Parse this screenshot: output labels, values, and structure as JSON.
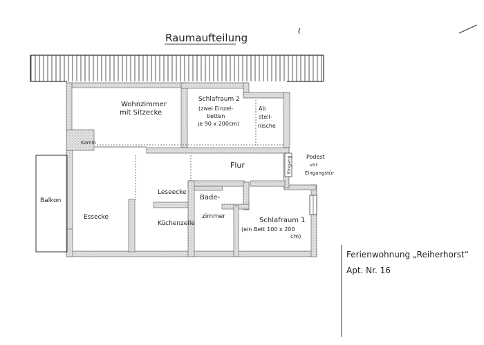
{
  "title": "Raumaufteilung",
  "rooms": {
    "wohnzimmer": [
      "Wohnzimmer",
      "mit Sitzecke"
    ],
    "schlafraum2": [
      "Schlafraum 2",
      "(zwei Einzel-",
      "betten",
      "je 90 x 200cm)"
    ],
    "abstellnische": [
      "Ab",
      "stell-",
      "nische"
    ],
    "kamin": "Kamin",
    "flur": "Flur",
    "podest": [
      "Podest",
      "vor",
      "Eingangstür"
    ],
    "eingang": "Eingang",
    "balkon": "Balkon",
    "essecke": "Essecke",
    "leseecke": "Leseecke",
    "kuechenzeile": "Küchenzeile",
    "badezimmer": [
      "Bade-",
      "zimmer"
    ],
    "schlafraum1": [
      "Schlafraum 1",
      "(ein Bett 100 x 200",
      "cm)"
    ]
  },
  "caption": {
    "line1": "Ferienwohnung „Reiherhorst“",
    "line2": "Apt. Nr. 16"
  }
}
